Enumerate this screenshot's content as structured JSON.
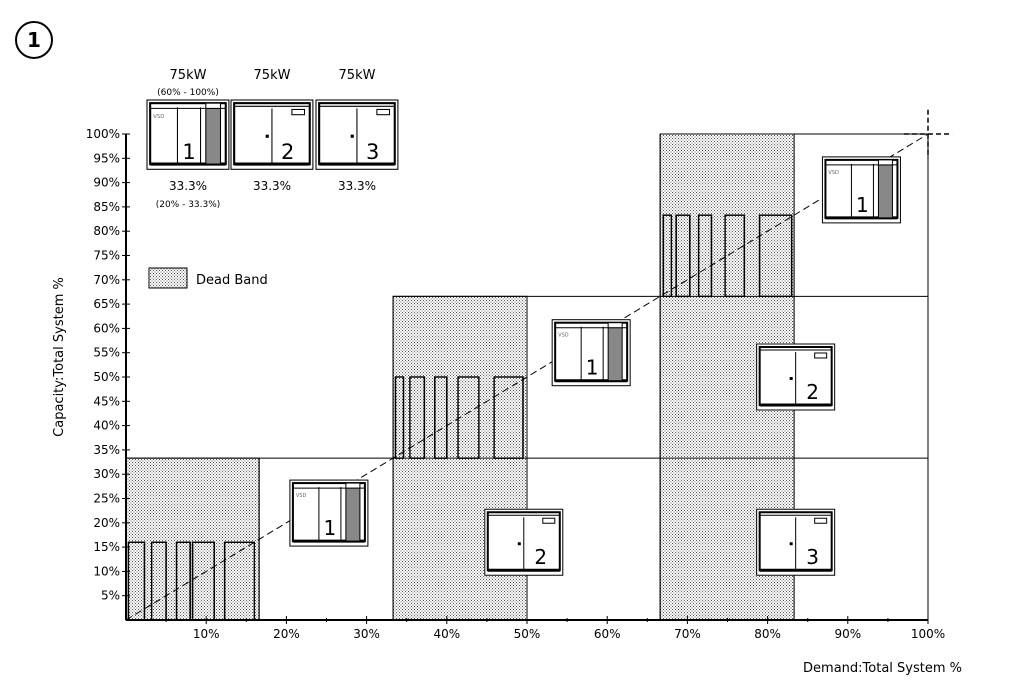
{
  "figure_number": "1",
  "legend": {
    "label": "Dead Band"
  },
  "compressors": [
    {
      "id": 1,
      "rating": "75kW",
      "range_top": "(60% - 100%)",
      "share": "33.3%",
      "range_bottom": "(20% - 33.3%)",
      "type": "vsd"
    },
    {
      "id": 2,
      "rating": "75kW",
      "range_top": "",
      "share": "33.3%",
      "range_bottom": "",
      "type": "fixed"
    },
    {
      "id": 3,
      "rating": "75kW",
      "range_top": "",
      "share": "33.3%",
      "range_bottom": "",
      "type": "fixed"
    }
  ],
  "chart_data": {
    "type": "diagram",
    "xlabel": "Demand:Total System %",
    "ylabel": "Capacity:Total System %",
    "x_ticks": [
      "10%",
      "20%",
      "30%",
      "40%",
      "50%",
      "60%",
      "70%",
      "80%",
      "90%",
      "100%"
    ],
    "y_ticks": [
      "5%",
      "10%",
      "15%",
      "20%",
      "25%",
      "30%",
      "35%",
      "40%",
      "45%",
      "50%",
      "55%",
      "60%",
      "65%",
      "70%",
      "75%",
      "80%",
      "85%",
      "90%",
      "95%",
      "100%"
    ],
    "xlim": [
      0,
      100
    ],
    "ylim": [
      0,
      100
    ],
    "grid_lines_x": [
      0,
      16.6,
      33.3,
      50,
      66.6,
      83.3,
      100
    ],
    "grid_lines_y": [
      33.3,
      66.6,
      100
    ],
    "dead_bands": [
      {
        "x0": 0,
        "x1": 16.6,
        "y0": 0,
        "y1": 33.3
      },
      {
        "x0": 33.3,
        "x1": 50,
        "y0": 0,
        "y1": 66.6
      },
      {
        "x0": 66.6,
        "x1": 83.3,
        "y0": 0,
        "y1": 100
      }
    ],
    "cycles": [
      {
        "y_low": 0,
        "y_high": 16,
        "pulses": [
          [
            0.3,
            2.3
          ],
          [
            3.2,
            5
          ],
          [
            6.3,
            8
          ],
          [
            8.3,
            11
          ],
          [
            12.3,
            16
          ]
        ]
      },
      {
        "y_low": 33.3,
        "y_high": 50,
        "pulses": [
          [
            33.6,
            34.6
          ],
          [
            35.4,
            37.2
          ],
          [
            38.5,
            40
          ],
          [
            41.4,
            44
          ],
          [
            45.9,
            49.5
          ]
        ]
      },
      {
        "y_low": 66.6,
        "y_high": 83.3,
        "pulses": [
          [
            67,
            68
          ],
          [
            68.6,
            70.3
          ],
          [
            71.4,
            73
          ],
          [
            74.7,
            77.1
          ],
          [
            79,
            83
          ]
        ]
      }
    ],
    "diagonal": [
      [
        0,
        0
      ],
      [
        100,
        100
      ]
    ],
    "unit_placements": [
      {
        "unit": 1,
        "x": 25.3,
        "y": 22
      },
      {
        "unit": 2,
        "x": 49.6,
        "y": 16
      },
      {
        "unit": 1,
        "x": 58,
        "y": 55
      },
      {
        "unit": 2,
        "x": 83.5,
        "y": 50
      },
      {
        "unit": 3,
        "x": 83.5,
        "y": 16
      },
      {
        "unit": 1,
        "x": 91.7,
        "y": 88.5
      }
    ]
  }
}
